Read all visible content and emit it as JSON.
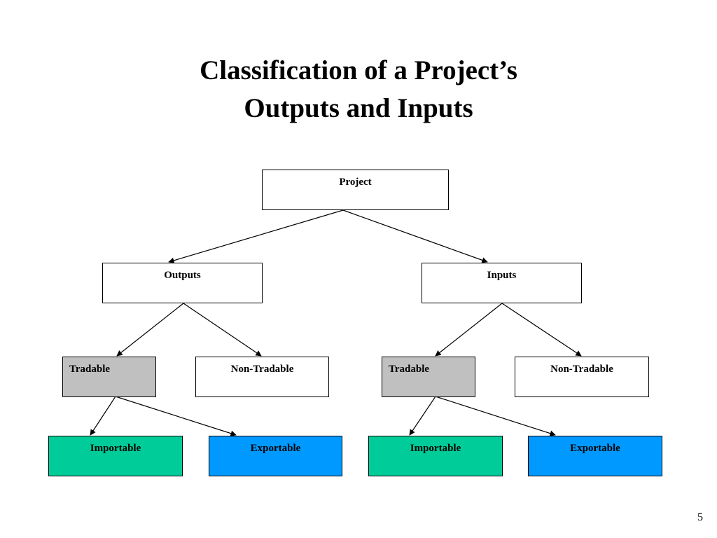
{
  "title": {
    "line1": "Classification of a Project’s",
    "line2": "Outputs and Inputs"
  },
  "nodes": {
    "project": "Project",
    "outputs": "Outputs",
    "inputs": "Inputs",
    "outputs_tradable": "Tradable",
    "outputs_non_tradable": "Non-Tradable",
    "inputs_tradable": "Tradable",
    "inputs_non_tradable": "Non-Tradable",
    "outputs_importable": "Importable",
    "outputs_exportable": "Exportable",
    "inputs_importable": "Importable",
    "inputs_exportable": "Exportable"
  },
  "colors": {
    "tradable_fill": "#c0c0c0",
    "importable_fill": "#00cc99",
    "exportable_fill": "#0099ff",
    "default_fill": "#ffffff"
  },
  "page_number": "5"
}
